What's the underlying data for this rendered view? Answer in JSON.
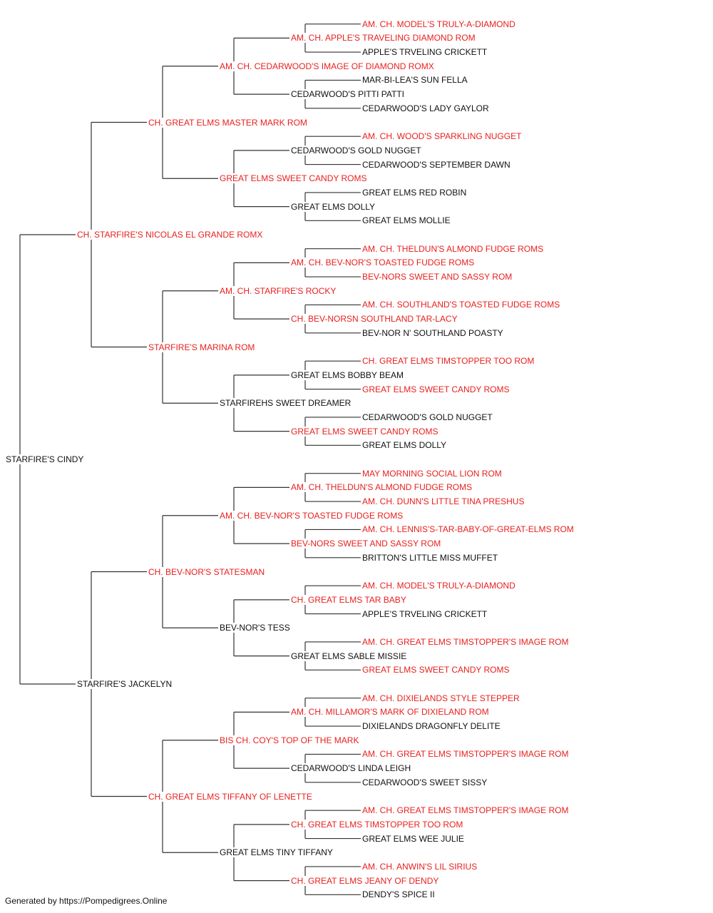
{
  "colors": {
    "champion": "#e8201e",
    "regular": "#111111",
    "line": "#333333"
  },
  "footer": "Generated by https://Pompedigrees.Online",
  "pedigree": {
    "name": "STARFIRE'S CINDY",
    "champion": false,
    "sire": {
      "name": "CH. STARFIRE'S NICOLAS EL GRANDE ROMX",
      "champion": true,
      "sire": {
        "name": "CH. GREAT ELMS MASTER MARK ROM",
        "champion": true,
        "sire": {
          "name": "AM. CH. CEDARWOOD'S IMAGE OF DIAMOND ROMX",
          "champion": true,
          "sire": {
            "name": "AM. CH. APPLE'S TRAVELING DIAMOND ROM",
            "champion": true,
            "sire": {
              "name": "AM. CH. MODEL'S TRULY-A-DIAMOND",
              "champion": true
            },
            "dam": {
              "name": "APPLE'S TRVELING CRICKETT",
              "champion": false
            }
          },
          "dam": {
            "name": "CEDARWOOD'S PITTI PATTI",
            "champion": false,
            "sire": {
              "name": "MAR-BI-LEA'S SUN FELLA",
              "champion": false
            },
            "dam": {
              "name": "CEDARWOOD'S LADY GAYLOR",
              "champion": false
            }
          }
        },
        "dam": {
          "name": "GREAT ELMS SWEET CANDY ROMS",
          "champion": true,
          "sire": {
            "name": "CEDARWOOD'S GOLD NUGGET",
            "champion": false,
            "sire": {
              "name": "AM. CH. WOOD'S SPARKLING NUGGET",
              "champion": true
            },
            "dam": {
              "name": "CEDARWOOD'S SEPTEMBER DAWN",
              "champion": false
            }
          },
          "dam": {
            "name": "GREAT ELMS DOLLY",
            "champion": false,
            "sire": {
              "name": "GREAT ELMS RED ROBIN",
              "champion": false
            },
            "dam": {
              "name": "GREAT ELMS MOLLIE",
              "champion": false
            }
          }
        }
      },
      "dam": {
        "name": "STARFIRE'S MARINA ROM",
        "champion": true,
        "sire": {
          "name": "AM. CH. STARFIRE'S ROCKY",
          "champion": true,
          "sire": {
            "name": "AM. CH. BEV-NOR'S TOASTED FUDGE ROMS",
            "champion": true,
            "sire": {
              "name": "AM. CH. THELDUN'S ALMOND FUDGE ROMS",
              "champion": true
            },
            "dam": {
              "name": "BEV-NORS SWEET AND SASSY ROM",
              "champion": true
            }
          },
          "dam": {
            "name": "CH. BEV-NORSN SOUTHLAND TAR-LACY",
            "champion": true,
            "sire": {
              "name": "AM. CH. SOUTHLAND'S TOASTED FUDGE ROMS",
              "champion": true
            },
            "dam": {
              "name": "BEV-NOR N' SOUTHLAND POASTY",
              "champion": false
            }
          }
        },
        "dam": {
          "name": "STARFIREHS SWEET DREAMER",
          "champion": false,
          "sire": {
            "name": "GREAT ELMS BOBBY BEAM",
            "champion": false,
            "sire": {
              "name": "CH. GREAT ELMS TIMSTOPPER TOO ROM",
              "champion": true
            },
            "dam": {
              "name": "GREAT ELMS SWEET CANDY ROMS",
              "champion": true
            }
          },
          "dam": {
            "name": "GREAT ELMS SWEET CANDY ROMS",
            "champion": true,
            "sire": {
              "name": "CEDARWOOD'S GOLD NUGGET",
              "champion": false
            },
            "dam": {
              "name": "GREAT ELMS DOLLY",
              "champion": false
            }
          }
        }
      }
    },
    "dam": {
      "name": "STARFIRE'S JACKELYN",
      "champion": false,
      "sire": {
        "name": "CH. BEV-NOR'S STATESMAN",
        "champion": true,
        "sire": {
          "name": "AM. CH. BEV-NOR'S TOASTED FUDGE ROMS",
          "champion": true,
          "sire": {
            "name": "AM. CH. THELDUN'S ALMOND FUDGE ROMS",
            "champion": true,
            "sire": {
              "name": "MAY MORNING SOCIAL LION ROM",
              "champion": true
            },
            "dam": {
              "name": "AM. CH. DUNN'S LITTLE TINA PRESHUS",
              "champion": true
            }
          },
          "dam": {
            "name": "BEV-NORS SWEET AND SASSY ROM",
            "champion": true,
            "sire": {
              "name": "AM. CH. LENNIS'S-TAR-BABY-OF-GREAT-ELMS ROM",
              "champion": true
            },
            "dam": {
              "name": "BRITTON'S LITTLE MISS MUFFET",
              "champion": false
            }
          }
        },
        "dam": {
          "name": "BEV-NOR'S TESS",
          "champion": false,
          "sire": {
            "name": "CH. GREAT ELMS TAR BABY",
            "champion": true,
            "sire": {
              "name": "AM. CH. MODEL'S TRULY-A-DIAMOND",
              "champion": true
            },
            "dam": {
              "name": "APPLE'S TRVELING CRICKETT",
              "champion": false
            }
          },
          "dam": {
            "name": "GREAT ELMS SABLE MISSIE",
            "champion": false,
            "sire": {
              "name": "AM. CH. GREAT ELMS TIMSTOPPER'S IMAGE ROM",
              "champion": true
            },
            "dam": {
              "name": "GREAT ELMS SWEET CANDY ROMS",
              "champion": true
            }
          }
        }
      },
      "dam": {
        "name": "CH. GREAT ELMS TIFFANY OF LENETTE",
        "champion": true,
        "sire": {
          "name": "BIS CH. COY'S TOP OF THE MARK",
          "champion": true,
          "sire": {
            "name": "AM. CH. MILLAMOR'S MARK OF DIXIELAND ROM",
            "champion": true,
            "sire": {
              "name": "AM. CH. DIXIELANDS STYLE STEPPER",
              "champion": true
            },
            "dam": {
              "name": "DIXIELANDS DRAGONFLY DELITE",
              "champion": false
            }
          },
          "dam": {
            "name": "CEDARWOOD'S LINDA LEIGH",
            "champion": false,
            "sire": {
              "name": "AM. CH. GREAT ELMS TIMSTOPPER'S IMAGE ROM",
              "champion": true
            },
            "dam": {
              "name": "CEDARWOOD'S SWEET SISSY",
              "champion": false
            }
          }
        },
        "dam": {
          "name": "GREAT ELMS TINY TIFFANY",
          "champion": false,
          "sire": {
            "name": "CH. GREAT ELMS TIMSTOPPER TOO ROM",
            "champion": true,
            "sire": {
              "name": "AM. CH. GREAT ELMS TIMSTOPPER'S IMAGE ROM",
              "champion": true
            },
            "dam": {
              "name": "GREAT ELMS WEE JULIE",
              "champion": false
            }
          },
          "dam": {
            "name": "CH. GREAT ELMS JEANY OF DENDY",
            "champion": true,
            "sire": {
              "name": "AM. CH. ANWIN'S LIL SIRIUS",
              "champion": true
            },
            "dam": {
              "name": "DENDY'S SPICE II",
              "champion": false
            }
          }
        }
      }
    }
  }
}
